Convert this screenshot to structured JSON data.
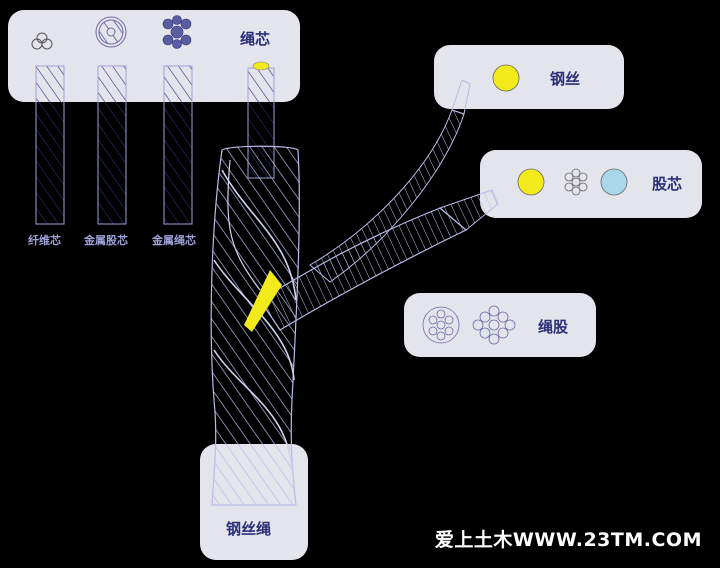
{
  "core_panel": {
    "label": "绳芯"
  },
  "core_types": [
    {
      "label": "纤维芯"
    },
    {
      "label": "金属股芯"
    },
    {
      "label": "金属绳芯"
    }
  ],
  "wire_panel": {
    "label": "钢丝"
  },
  "strand_core_panel": {
    "label": "股芯"
  },
  "strand_panel": {
    "label": "绳股"
  },
  "rope_panel": {
    "label": "钢丝绳"
  },
  "watermark": "爱上土木WWW.23TM.COM",
  "colors": {
    "panel_bg": "#e4e4ec",
    "line": "#b8bce8",
    "wire_yellow": "#f2ea1a",
    "wire_blue": "#a8d8ea",
    "label": "#2a2f78"
  }
}
